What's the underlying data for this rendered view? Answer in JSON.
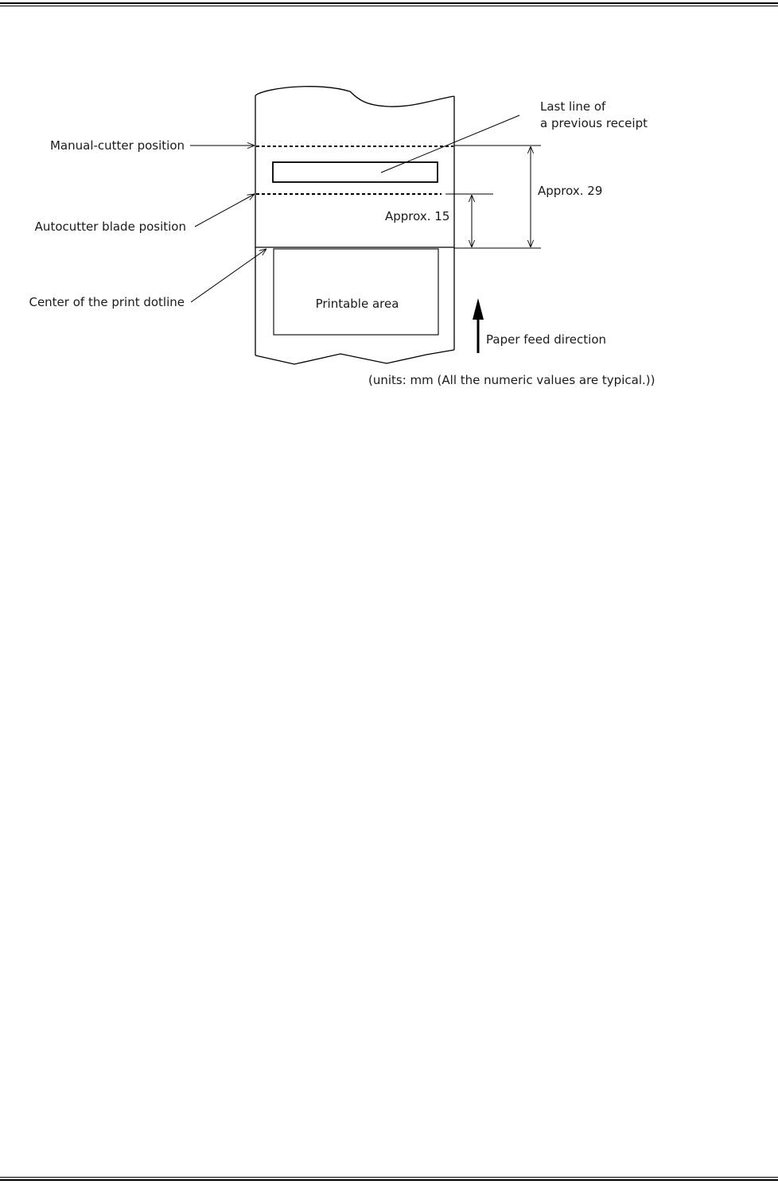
{
  "diagram": {
    "labels": {
      "manual_cutter": "Manual-cutter position",
      "autocutter": "Autocutter blade position",
      "print_dotline": "Center of the print dotline",
      "last_line_1": "Last line of",
      "last_line_2": "a previous receipt",
      "approx_29": "Approx. 29",
      "approx_15": "Approx. 15",
      "printable_area": "Printable area",
      "paper_feed": "Paper feed direction",
      "units_note": "(units: mm (All the numeric values are typical.))"
    },
    "dimensions_mm": {
      "manual_cutter_to_dotline": 29,
      "autocutter_to_dotline": 15
    }
  }
}
